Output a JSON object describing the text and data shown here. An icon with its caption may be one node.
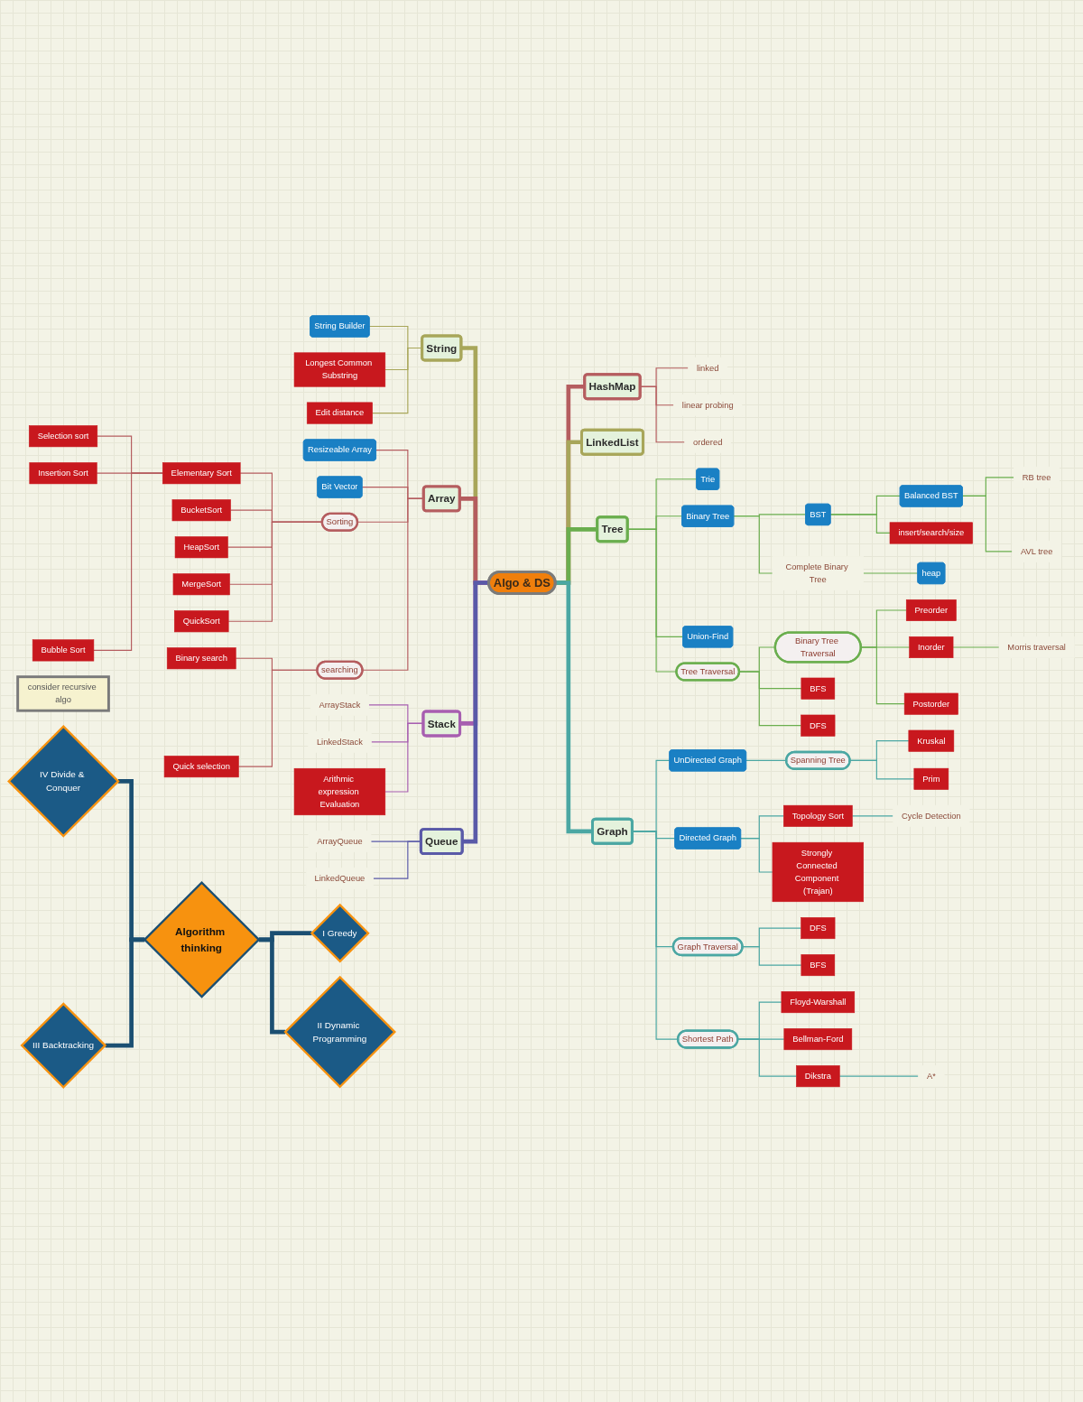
{
  "diagram": {
    "nodes": [
      {
        "text": [
          "Algo & DS"
        ]
      },
      {
        "text": [
          "String"
        ]
      },
      {
        "text": [
          "String Builder"
        ]
      },
      {
        "text": [
          "Longest Common Substring"
        ]
      },
      {
        "text": [
          "Edit distance"
        ]
      },
      {
        "text": [
          "HashMap"
        ]
      },
      {
        "text": [
          "linked"
        ]
      },
      {
        "text": [
          "linear probing"
        ]
      },
      {
        "text": [
          "ordered"
        ]
      },
      {
        "text": [
          "LinkedList"
        ]
      },
      {
        "text": [
          "Array"
        ]
      },
      {
        "text": [
          "Resizeable Array"
        ]
      },
      {
        "text": [
          "Bit Vector"
        ]
      },
      {
        "text": [
          "Sorting"
        ]
      },
      {
        "text": [
          "Elementary Sort"
        ]
      },
      {
        "text": [
          "Selection sort"
        ]
      },
      {
        "text": [
          "Insertion Sort"
        ]
      },
      {
        "text": [
          "Bubble Sort"
        ]
      },
      {
        "text": [
          "BucketSort"
        ]
      },
      {
        "text": [
          "HeapSort"
        ]
      },
      {
        "text": [
          "MergeSort"
        ]
      },
      {
        "text": [
          "QuickSort"
        ]
      },
      {
        "text": [
          "searching"
        ]
      },
      {
        "text": [
          "Binary search"
        ]
      },
      {
        "text": [
          "Quick selection"
        ]
      },
      {
        "text": [
          "Tree"
        ]
      },
      {
        "text": [
          "Trie"
        ]
      },
      {
        "text": [
          "Binary Tree"
        ]
      },
      {
        "text": [
          "BST"
        ]
      },
      {
        "text": [
          "Balanced BST"
        ]
      },
      {
        "text": [
          "RB tree"
        ]
      },
      {
        "text": [
          "AVL tree"
        ]
      },
      {
        "text": [
          "insert/search/size"
        ]
      },
      {
        "text": [
          "Complete Binary Tree"
        ]
      },
      {
        "text": [
          "heap"
        ]
      },
      {
        "text": [
          "Union-Find"
        ]
      },
      {
        "text": [
          "Tree Traversal"
        ]
      },
      {
        "text": [
          "Binary Tree Traversal"
        ]
      },
      {
        "text": [
          "Preorder"
        ]
      },
      {
        "text": [
          "Inorder"
        ]
      },
      {
        "text": [
          "Morris traversal"
        ]
      },
      {
        "text": [
          "Postorder"
        ]
      },
      {
        "text": [
          "BFS"
        ]
      },
      {
        "text": [
          "DFS"
        ]
      },
      {
        "text": [
          "consider recursive algo"
        ]
      },
      {
        "text": [
          "Stack"
        ]
      },
      {
        "text": [
          "ArrayStack"
        ]
      },
      {
        "text": [
          "LinkedStack"
        ]
      },
      {
        "text": [
          "Arithmic expression Evaluation"
        ]
      },
      {
        "text": [
          "Queue"
        ]
      },
      {
        "text": [
          "ArrayQueue"
        ]
      },
      {
        "text": [
          "LinkedQueue"
        ]
      },
      {
        "text": [
          "Graph"
        ]
      },
      {
        "text": [
          "UnDirected Graph"
        ]
      },
      {
        "text": [
          "Spanning Tree"
        ]
      },
      {
        "text": [
          "Kruskal"
        ]
      },
      {
        "text": [
          "Prim"
        ]
      },
      {
        "text": [
          "Directed Graph"
        ]
      },
      {
        "text": [
          "Topology Sort"
        ]
      },
      {
        "text": [
          "Cycle Detection"
        ]
      },
      {
        "text": [
          "Strongly Connected Component (Trajan)"
        ]
      },
      {
        "text": [
          "Graph Traversal"
        ]
      },
      {
        "text": [
          "DFS"
        ]
      },
      {
        "text": [
          "BFS"
        ]
      },
      {
        "text": [
          "Shortest Path"
        ]
      },
      {
        "text": [
          "Floyd-Warshall"
        ]
      },
      {
        "text": [
          "Bellman-Ford"
        ]
      },
      {
        "text": [
          "Dikstra"
        ]
      },
      {
        "text": [
          "A*"
        ]
      },
      {
        "text": [
          "Algorithm thinking"
        ]
      },
      {
        "text": [
          "I Greedy"
        ]
      },
      {
        "text": [
          "II Dynamic Programming"
        ]
      },
      {
        "text": [
          "III Backtracking"
        ]
      },
      {
        "text": [
          "IV Divide & Conquer"
        ]
      }
    ],
    "edges": [
      {
        "from": 1,
        "to": 0,
        "arrow": "none",
        "style": "thick",
        "color": "#a8a65a"
      },
      {
        "from": 0,
        "to": 5,
        "arrow": "none",
        "style": "thick",
        "color": "#b55d5f"
      },
      {
        "from": 0,
        "to": 9,
        "arrow": "none",
        "style": "thick",
        "color": "#a8a65a"
      },
      {
        "from": 10,
        "to": 0,
        "arrow": "none",
        "style": "thick",
        "color": "#b55d5f"
      },
      {
        "from": 0,
        "to": 25,
        "arrow": "none",
        "style": "thick"
      },
      {
        "from": 45,
        "to": 0,
        "arrow": "none",
        "style": "thick",
        "color": "#a75fb0"
      },
      {
        "from": 49,
        "to": 0,
        "arrow": "none",
        "style": "thick",
        "color": "#5a5aa8"
      },
      {
        "from": 0,
        "to": 52,
        "arrow": "none",
        "style": "thick",
        "color": "#4ba7a3"
      },
      {
        "from": 2,
        "to": 1,
        "arrow": "none",
        "color": "#a8a65a"
      },
      {
        "from": 3,
        "to": 1,
        "arrow": "none",
        "color": "#a8a65a"
      },
      {
        "from": 4,
        "to": 1,
        "arrow": "none",
        "color": "#a8a65a"
      },
      {
        "from": 5,
        "to": 6,
        "arrow": "none",
        "color": "#b55d5f"
      },
      {
        "from": 5,
        "to": 7,
        "arrow": "none",
        "color": "#b55d5f"
      },
      {
        "from": 5,
        "to": 8,
        "arrow": "none",
        "color": "#b55d5f"
      },
      {
        "from": 11,
        "to": 10,
        "arrow": "none",
        "color": "#b55d5f"
      },
      {
        "from": 12,
        "to": 10,
        "arrow": "none",
        "color": "#b55d5f"
      },
      {
        "from": 13,
        "to": 10,
        "arrow": "none",
        "color": "#b55d5f"
      },
      {
        "from": 22,
        "to": 10,
        "arrow": "none",
        "color": "#b55d5f"
      },
      {
        "from": 14,
        "to": 13,
        "arrow": "none",
        "color": "#b55d5f"
      },
      {
        "from": 18,
        "to": 13,
        "arrow": "none",
        "color": "#b55d5f"
      },
      {
        "from": 19,
        "to": 13,
        "arrow": "none",
        "color": "#b55d5f"
      },
      {
        "from": 20,
        "to": 13,
        "arrow": "none",
        "color": "#b55d5f"
      },
      {
        "from": 21,
        "to": 13,
        "arrow": "none",
        "color": "#b55d5f"
      },
      {
        "from": 15,
        "to": 14,
        "arrow": "none",
        "color": "#b55d5f"
      },
      {
        "from": 16,
        "to": 14,
        "arrow": "none",
        "color": "#b55d5f"
      },
      {
        "from": 17,
        "to": 14,
        "arrow": "none",
        "color": "#b55d5f"
      },
      {
        "from": 23,
        "to": 22,
        "arrow": "none",
        "color": "#b55d5f"
      },
      {
        "from": 24,
        "to": 22,
        "arrow": "none",
        "color": "#b55d5f"
      },
      {
        "from": 25,
        "to": 26,
        "arrow": "none"
      },
      {
        "from": 25,
        "to": 27,
        "arrow": "none"
      },
      {
        "from": 25,
        "to": 35,
        "arrow": "none"
      },
      {
        "from": 25,
        "to": 36,
        "arrow": "none"
      },
      {
        "from": 27,
        "to": 28,
        "arrow": "none"
      },
      {
        "from": 27,
        "to": 33,
        "arrow": "none"
      },
      {
        "from": 28,
        "to": 29,
        "arrow": "none"
      },
      {
        "from": 28,
        "to": 32,
        "arrow": "none"
      },
      {
        "from": 29,
        "to": 30,
        "arrow": "none"
      },
      {
        "from": 29,
        "to": 31,
        "arrow": "none"
      },
      {
        "from": 33,
        "to": 34,
        "arrow": "none"
      },
      {
        "from": 36,
        "to": 37,
        "arrow": "none"
      },
      {
        "from": 36,
        "to": 42,
        "arrow": "none"
      },
      {
        "from": 36,
        "to": 43,
        "arrow": "none"
      },
      {
        "from": 37,
        "to": 38,
        "arrow": "none"
      },
      {
        "from": 37,
        "to": 39,
        "arrow": "none"
      },
      {
        "from": 37,
        "to": 41,
        "arrow": "none"
      },
      {
        "from": 39,
        "to": 40,
        "arrow": "none"
      },
      {
        "from": 46,
        "to": 45,
        "arrow": "none",
        "color": "#a75fb0"
      },
      {
        "from": 47,
        "to": 45,
        "arrow": "none",
        "color": "#a75fb0"
      },
      {
        "from": 48,
        "to": 45,
        "arrow": "none",
        "color": "#a75fb0"
      },
      {
        "from": 50,
        "to": 49,
        "arrow": "none",
        "color": "#5a5aa8"
      },
      {
        "from": 51,
        "to": 49,
        "arrow": "none",
        "color": "#5a5aa8"
      },
      {
        "from": 52,
        "to": 53,
        "arrow": "none",
        "color": "#4ba7a3"
      },
      {
        "from": 52,
        "to": 57,
        "arrow": "none",
        "color": "#4ba7a3"
      },
      {
        "from": 52,
        "to": 61,
        "arrow": "none",
        "color": "#4ba7a3"
      },
      {
        "from": 52,
        "to": 64,
        "arrow": "none",
        "color": "#4ba7a3"
      },
      {
        "from": 53,
        "to": 54,
        "arrow": "none",
        "color": "#4ba7a3"
      },
      {
        "from": 54,
        "to": 55,
        "arrow": "none",
        "color": "#4ba7a3"
      },
      {
        "from": 54,
        "to": 56,
        "arrow": "none",
        "color": "#4ba7a3"
      },
      {
        "from": 57,
        "to": 58,
        "arrow": "none",
        "color": "#4ba7a3"
      },
      {
        "from": 57,
        "to": 60,
        "arrow": "none",
        "color": "#4ba7a3"
      },
      {
        "from": 58,
        "to": 59,
        "arrow": "none",
        "color": "#4ba7a3"
      },
      {
        "from": 61,
        "to": 62,
        "arrow": "none",
        "color": "#4ba7a3"
      },
      {
        "from": 61,
        "to": 63,
        "arrow": "none",
        "color": "#4ba7a3"
      },
      {
        "from": 64,
        "to": 65,
        "arrow": "none",
        "color": "#4ba7a3"
      },
      {
        "from": 64,
        "to": 66,
        "arrow": "none",
        "color": "#4ba7a3"
      },
      {
        "from": 64,
        "to": 67,
        "arrow": "none",
        "color": "#4ba7a3"
      },
      {
        "from": 67,
        "to": 68,
        "arrow": "none",
        "color": "#4ba7a3"
      },
      {
        "from": 73,
        "to": 69,
        "arrow": "none",
        "style": "thick",
        "color": "#1b4f72"
      },
      {
        "from": 72,
        "to": 69,
        "arrow": "none",
        "style": "thick",
        "color": "#1b4f72"
      },
      {
        "from": 69,
        "to": 70,
        "arrow": "none",
        "style": "thick",
        "color": "#1b4f72"
      },
      {
        "from": 69,
        "to": 71,
        "arrow": "none",
        "style": "thick",
        "color": "#1b4f72"
      }
    ]
  }
}
